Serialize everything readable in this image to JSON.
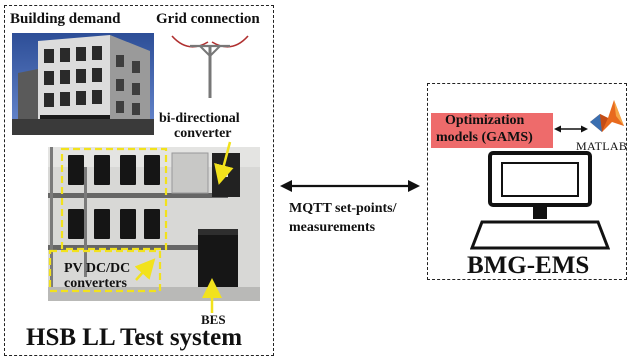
{
  "left_panel": {
    "building_label": "Building demand",
    "grid_label": "Grid connection",
    "converter_label_line1": "bi-directional",
    "converter_label_line2": "converter",
    "pv_label_line1": "PV DC/DC",
    "pv_label_line2": "converters",
    "bes_label": "BES",
    "system_title": "HSB LL Test system"
  },
  "link": {
    "label_line1": "MQTT set-points/",
    "label_line2": "measurements"
  },
  "right_panel": {
    "optimization_line1": "Optimization",
    "optimization_line2": "models (GAMS)",
    "matlab_label": "MATLAB",
    "ems_title": "BMG-EMS"
  },
  "colors": {
    "optimization_box": "#ee6b6b",
    "highlight_yellow": "#f2e21c",
    "dashed_border": "#222222"
  }
}
